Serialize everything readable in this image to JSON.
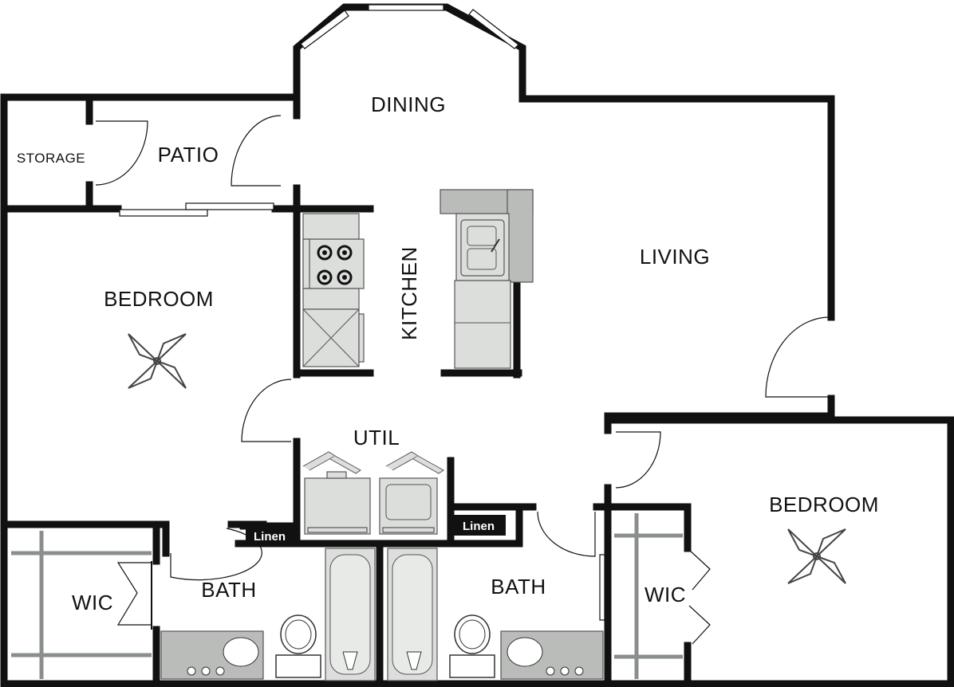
{
  "rooms": {
    "dining": "DINING",
    "patio": "PATIO",
    "storage": "STORAGE",
    "kitchen": "KITCHEN",
    "living": "LIVING",
    "bedroom_left": "BEDROOM",
    "bedroom_right": "BEDROOM",
    "util": "UTIL",
    "linen_left": "Linen",
    "linen_right": "Linen",
    "bath_left": "BATH",
    "bath_right": "BATH",
    "wic_left": "WIC",
    "wic_right": "WIC"
  },
  "colors": {
    "wall": "#111111",
    "fixture": "#dcdedc",
    "counter": "#b9bcb9",
    "closet_rod": "#8a8f8c",
    "linen_bg": "#111111"
  },
  "icons": [
    "ceiling-fan-icon",
    "stove-icon",
    "sink-icon",
    "toilet-icon",
    "bathtub-icon",
    "washer-icon",
    "dryer-icon",
    "refrigerator-icon"
  ]
}
